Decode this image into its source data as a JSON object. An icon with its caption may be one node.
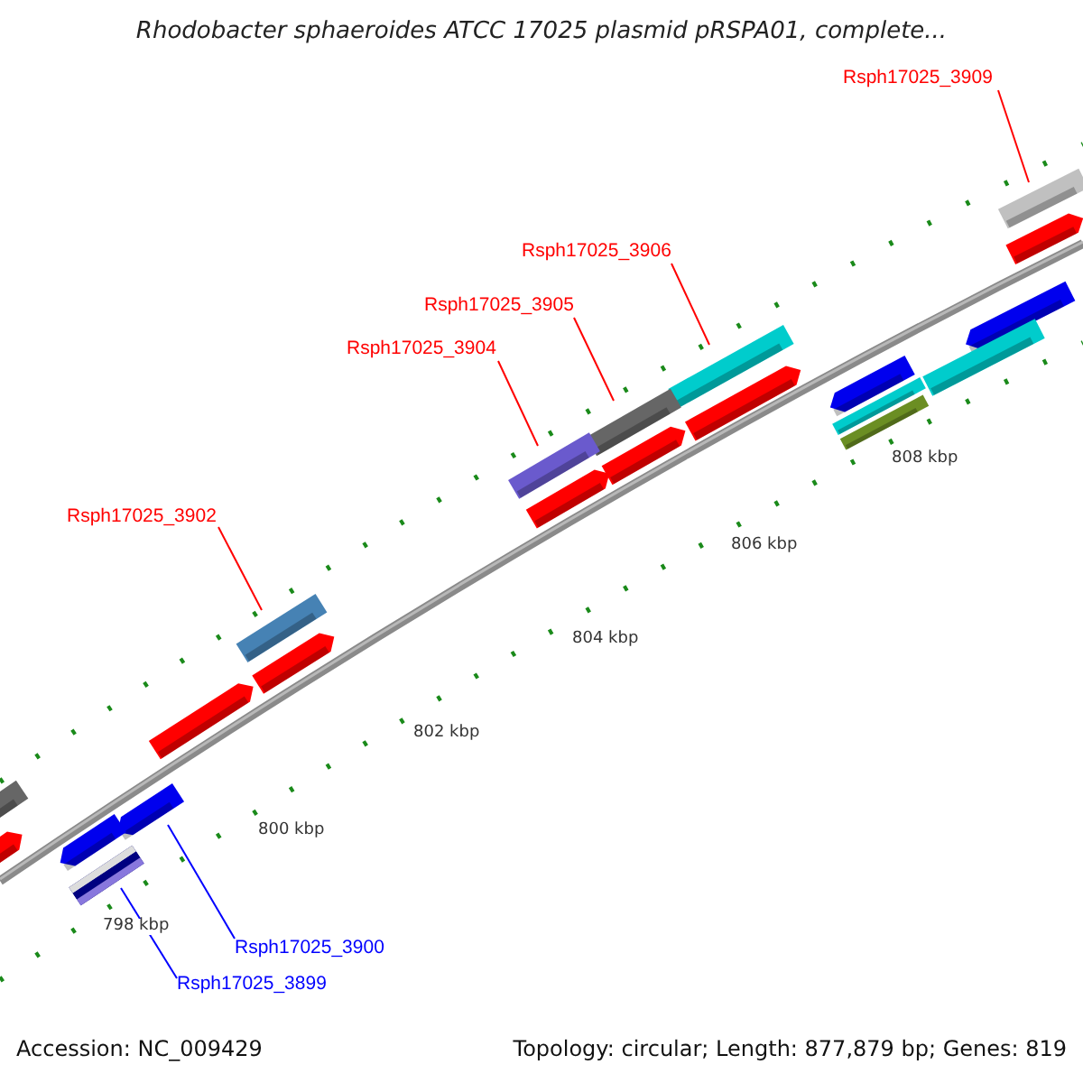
{
  "diagram": {
    "title": "Rhodobacter sphaeroides ATCC 17025 plasmid pRSPA01, complete...",
    "nodes": [
      {
        "text": [
          "Rsph17025_3909"
        ]
      },
      {
        "text": [],
        "shape": "bar"
      },
      {
        "text": [
          "Rsph17025_3906"
        ]
      },
      {
        "text": [],
        "shape": "bar"
      },
      {
        "text": [
          "Rsph17025_3905"
        ]
      },
      {
        "text": [],
        "shape": "bar"
      },
      {
        "text": [
          "Rsph17025_3904"
        ]
      },
      {
        "text": [],
        "shape": "bar"
      },
      {
        "text": [
          "Rsph17025_3902"
        ]
      },
      {
        "text": [],
        "shape": "bar"
      },
      {
        "text": [
          "Rsph17025_3900"
        ]
      },
      {
        "text": [],
        "shape": "bar"
      },
      {
        "text": [
          "Rsph17025_3899"
        ]
      },
      {
        "text": [],
        "shape": "bar"
      },
      {
        "text": [],
        "shape": "bar"
      },
      {
        "text": [],
        "shape": "bar"
      },
      {
        "text": [],
        "shape": "bar"
      },
      {
        "text": [],
        "shape": "bar"
      },
      {
        "text": [],
        "shape": "bar"
      },
      {
        "text": [],
        "shape": "bar"
      },
      {
        "text": [],
        "shape": "bar"
      },
      {
        "text": [],
        "shape": "bar"
      },
      {
        "text": [],
        "shape": "bar"
      },
      {
        "text": [],
        "shape": "bar"
      },
      {
        "text": [],
        "shape": "bar"
      },
      {
        "text": [],
        "shape": "bar"
      },
      {
        "text": [],
        "shape": "bar"
      },
      {
        "text": [],
        "shape": "bar"
      }
    ],
    "edges": [
      {
        "from": 0,
        "to": 1,
        "arrow": "none"
      },
      {
        "from": 2,
        "to": 3,
        "arrow": "none"
      },
      {
        "from": 4,
        "to": 5,
        "arrow": "none"
      },
      {
        "from": 6,
        "to": 7,
        "arrow": "none"
      },
      {
        "from": 8,
        "to": 9,
        "arrow": "none"
      },
      {
        "from": 10,
        "to": 11,
        "arrow": "none",
        "color": "#0000ff"
      },
      {
        "from": 12,
        "to": 13,
        "arrow": "none",
        "color": "#0000ff"
      }
    ],
    "labels": [
      "808 kbp",
      "806 kbp",
      "804 kbp",
      "802 kbp",
      "800 kbp",
      "798 kbp",
      "Accession: NC_009429",
      "Topology: circular; Length: 877,879 bp; Genes: 819"
    ]
  }
}
